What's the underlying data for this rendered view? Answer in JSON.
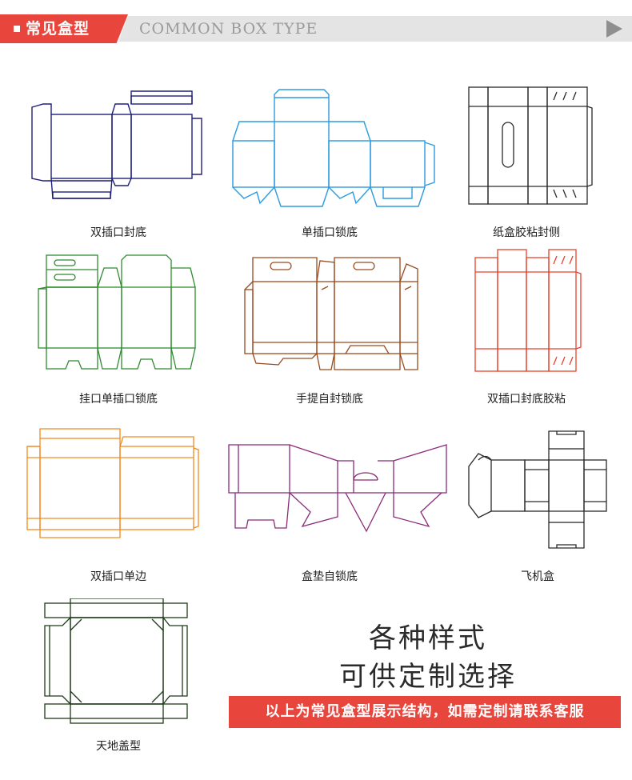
{
  "header": {
    "title": "常见盒型",
    "subtitle": "COMMON BOX TYPE"
  },
  "boxes": [
    {
      "label": "双插口封底",
      "color": "#1e1f7a"
    },
    {
      "label": "单插口锁底",
      "color": "#2b9be0"
    },
    {
      "label": "纸盒胶粘封侧",
      "color": "#2a2a2a"
    },
    {
      "label": "挂口单插口锁底",
      "color": "#2f8a2f"
    },
    {
      "label": "手提自封锁底",
      "color": "#9a4a1e"
    },
    {
      "label": "双插口封底胶粘",
      "color": "#e8412c"
    },
    {
      "label": "双插口单边",
      "color": "#f08a20"
    },
    {
      "label": "盒垫自锁底",
      "color": "#8a2a78"
    },
    {
      "label": "飞机盒",
      "color": "#2a2a2a"
    },
    {
      "label": "天地盖型",
      "color": "#1f3a1a"
    }
  ],
  "promo": {
    "line1": "各种样式",
    "line2": "可供定制选择",
    "banner": "以上为常见盒型展示结构，如需定制请联系客服"
  }
}
